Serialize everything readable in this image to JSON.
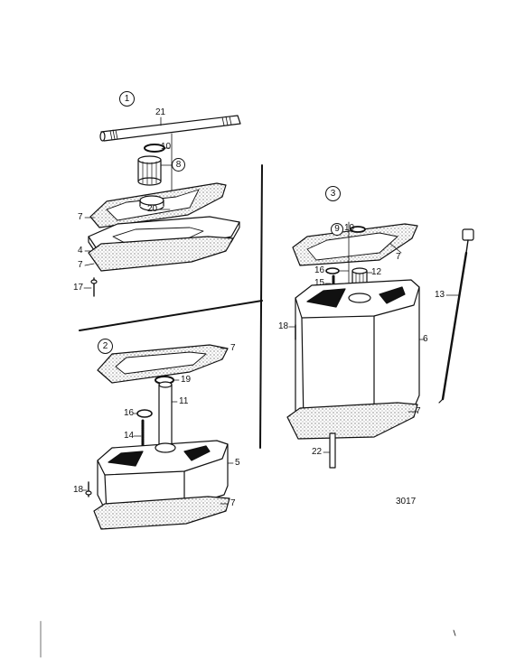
{
  "figure_number": "3017",
  "sections": {
    "s1": "1",
    "s2": "2",
    "s3": "3"
  },
  "labels": {
    "l21": "21",
    "l10a": "10",
    "l8": "8",
    "l20": "20",
    "l7a": "7",
    "l4": "4",
    "l7b": "7",
    "l17": "17",
    "l9": "9",
    "l10b": "10",
    "l7c": "7",
    "l16a": "16",
    "l12": "12",
    "l15": "15",
    "l13": "13",
    "l18a": "18",
    "l6": "6",
    "l7d": "7",
    "l22": "22",
    "l7e": "7",
    "l19": "19",
    "l11": "11",
    "l16b": "16",
    "l14": "14",
    "l5": "5",
    "l18b": "18",
    "l7f": "7"
  }
}
